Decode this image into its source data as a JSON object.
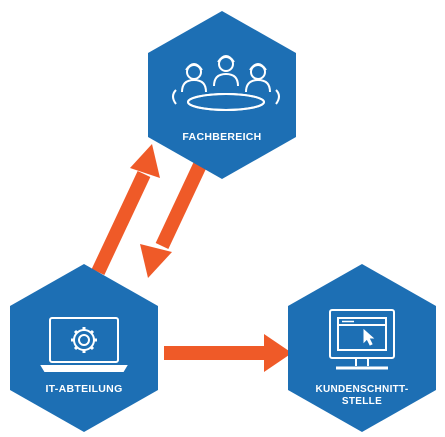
{
  "colors": {
    "hex_fill": "#1d6fb4",
    "arrow": "#ef5a28",
    "icon_stroke": "#ffffff"
  },
  "nodes": {
    "fachbereich": {
      "label": "FACHBEREICH",
      "icon": "meeting-people-icon"
    },
    "it_abteilung": {
      "label": "IT-ABTEILUNG",
      "icon": "laptop-gear-icon"
    },
    "kundenschnittstelle": {
      "label_line1": "KUNDENSCHNITT-",
      "label_line2": "STELLE",
      "icon": "monitor-cursor-icon"
    }
  },
  "edges": [
    {
      "from": "it_abteilung",
      "to": "fachbereich"
    },
    {
      "from": "fachbereich",
      "to": "it_abteilung"
    },
    {
      "from": "it_abteilung",
      "to": "kundenschnittstelle"
    }
  ]
}
